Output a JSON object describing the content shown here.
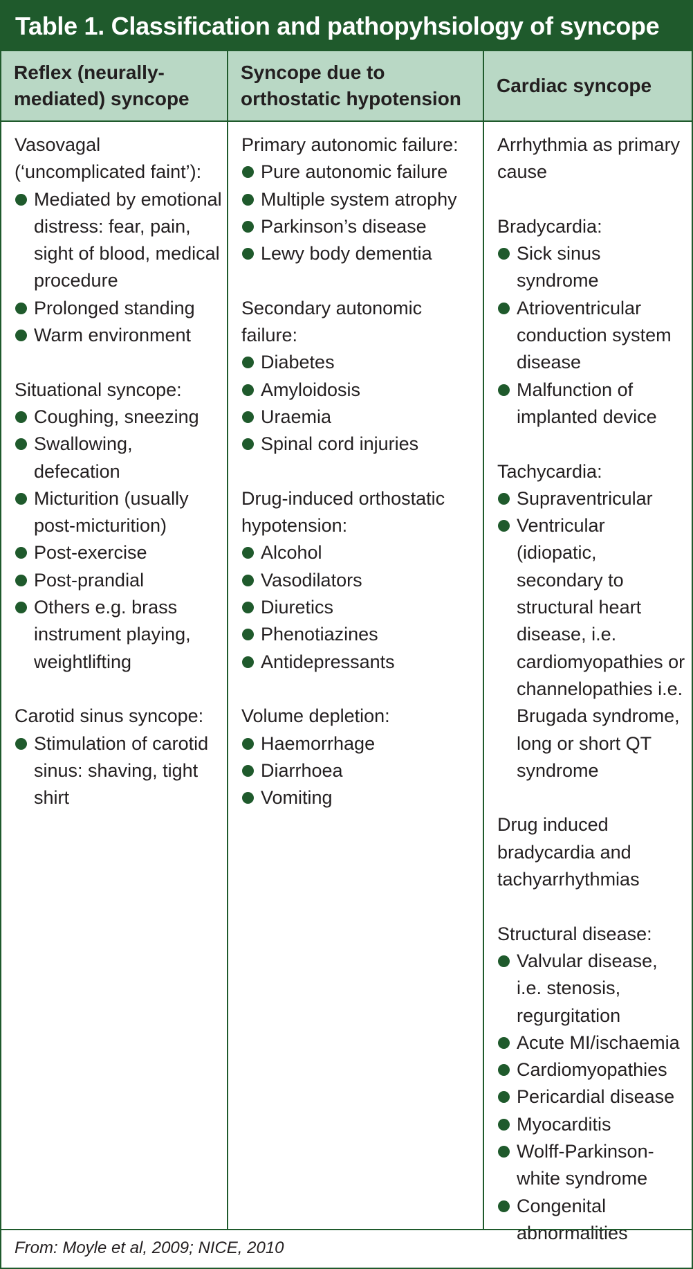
{
  "title": "Table 1. Classification and pathopyhsiology of syncope",
  "columns": [
    {
      "header": "Reflex (neurally-mediated) syncope",
      "sections": [
        {
          "heading": "Vasovagal (‘uncomplicated faint’):",
          "items": [
            "Mediated by emotional distress: fear, pain, sight of blood, medical procedure",
            "Prolonged standing",
            "Warm environment"
          ]
        },
        {
          "heading": "Situational syncope:",
          "items": [
            "Coughing, sneezing",
            "Swallowing, defecation",
            "Micturition (usually post-micturition)",
            "Post-exercise",
            "Post-prandial",
            "Others e.g. brass instrument playing, weightlifting"
          ]
        },
        {
          "heading": "Carotid sinus syncope:",
          "items": [
            "Stimulation of carotid sinus: shaving, tight shirt"
          ]
        }
      ]
    },
    {
      "header": "Syncope due to orthostatic hypotension",
      "sections": [
        {
          "heading": "Primary autonomic failure:",
          "items": [
            "Pure autonomic failure",
            "Multiple system atrophy",
            "Parkinson’s disease",
            "Lewy body dementia"
          ]
        },
        {
          "heading": "Secondary autonomic failure:",
          "items": [
            "Diabetes",
            "Amyloidosis",
            "Uraemia",
            "Spinal cord injuries"
          ]
        },
        {
          "heading": "Drug-induced orthostatic hypotension:",
          "items": [
            "Alcohol",
            "Vasodilators",
            "Diuretics",
            "Phenotiazines",
            "Antidepressants"
          ]
        },
        {
          "heading": "Volume depletion:",
          "items": [
            "Haemorrhage",
            "Diarrhoea",
            "Vomiting"
          ]
        }
      ]
    },
    {
      "header": "Cardiac syncope",
      "sections": [
        {
          "heading": "Arrhythmia as primary cause",
          "items": []
        },
        {
          "heading": "Bradycardia:",
          "items": [
            "Sick sinus syndrome",
            "Atrioventricular conduction system disease",
            "Malfunction of implanted device"
          ]
        },
        {
          "heading": "Tachycardia:",
          "items": [
            "Supraventricular",
            "Ventricular (idiopatic, secondary to structural heart disease, i.e. cardiomyopathies or channelopathies i.e. Brugada syndrome, long or short QT syndrome"
          ]
        },
        {
          "heading": "Drug induced bradycardia and tachyarrhythmias",
          "items": []
        },
        {
          "heading": "Structural disease:",
          "items": [
            "Valvular disease, i.e. stenosis, regurgitation",
            "Acute MI/ischaemia",
            "Cardiomyopathies",
            "Pericardial disease",
            "Myocarditis",
            "Wolff-Parkinson-white syndrome",
            "Congenital abnormalities"
          ]
        }
      ]
    }
  ],
  "footer": "From: Moyle et al, 2009; NICE, 2010",
  "colors": {
    "dark_green": "#1f5a2c",
    "header_green": "#b9d8c5"
  }
}
